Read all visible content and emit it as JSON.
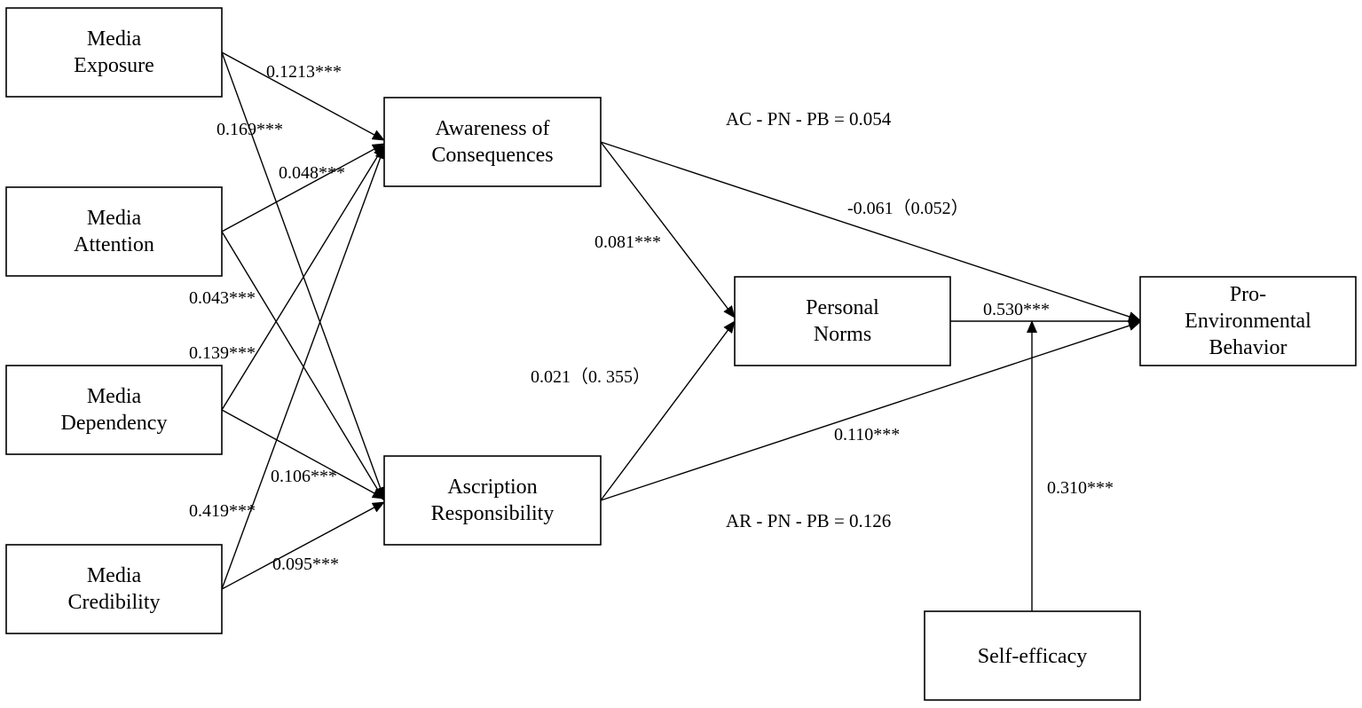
{
  "nodes": {
    "media_exposure": {
      "lines": [
        "Media",
        "Exposure"
      ]
    },
    "media_attention": {
      "lines": [
        "Media",
        "Attention"
      ]
    },
    "media_dependency": {
      "lines": [
        "Media",
        "Dependency"
      ]
    },
    "media_credibility": {
      "lines": [
        "Media",
        "Credibility"
      ]
    },
    "awareness": {
      "lines": [
        "Awareness of",
        "Consequences"
      ]
    },
    "ascription": {
      "lines": [
        "Ascription",
        "Responsibility"
      ]
    },
    "personal_norms": {
      "lines": [
        "Personal",
        "Norms"
      ]
    },
    "pro_env": {
      "lines": [
        "Pro-",
        "Environmental",
        "Behavior"
      ]
    },
    "self_efficacy": {
      "lines": [
        "Self-efficacy"
      ]
    }
  },
  "coefficients": {
    "exposure_awareness": "0.1213***",
    "exposure_ascription": "0.169***",
    "attention_awareness": "0.048***",
    "attention_ascription": "0.043***",
    "dependency_awareness": "0.139***",
    "dependency_ascription": "0.106***",
    "credibility_awareness": "0.419***",
    "credibility_ascription": "0.095***",
    "awareness_norms": "0.081***",
    "ascription_norms": "0.021（0. 355）",
    "awareness_behavior": "-0.061（0.052）",
    "norms_behavior": "0.530***",
    "ascription_behavior": "0.110***",
    "self_efficacy_moderation": "0.310***"
  },
  "effects": {
    "ac_pn_pb": "AC - PN - PB = 0.054",
    "ar_pn_pb": "AR - PN - PB = 0.126"
  },
  "colors": {
    "stroke": "#000000",
    "background": "#ffffff"
  }
}
